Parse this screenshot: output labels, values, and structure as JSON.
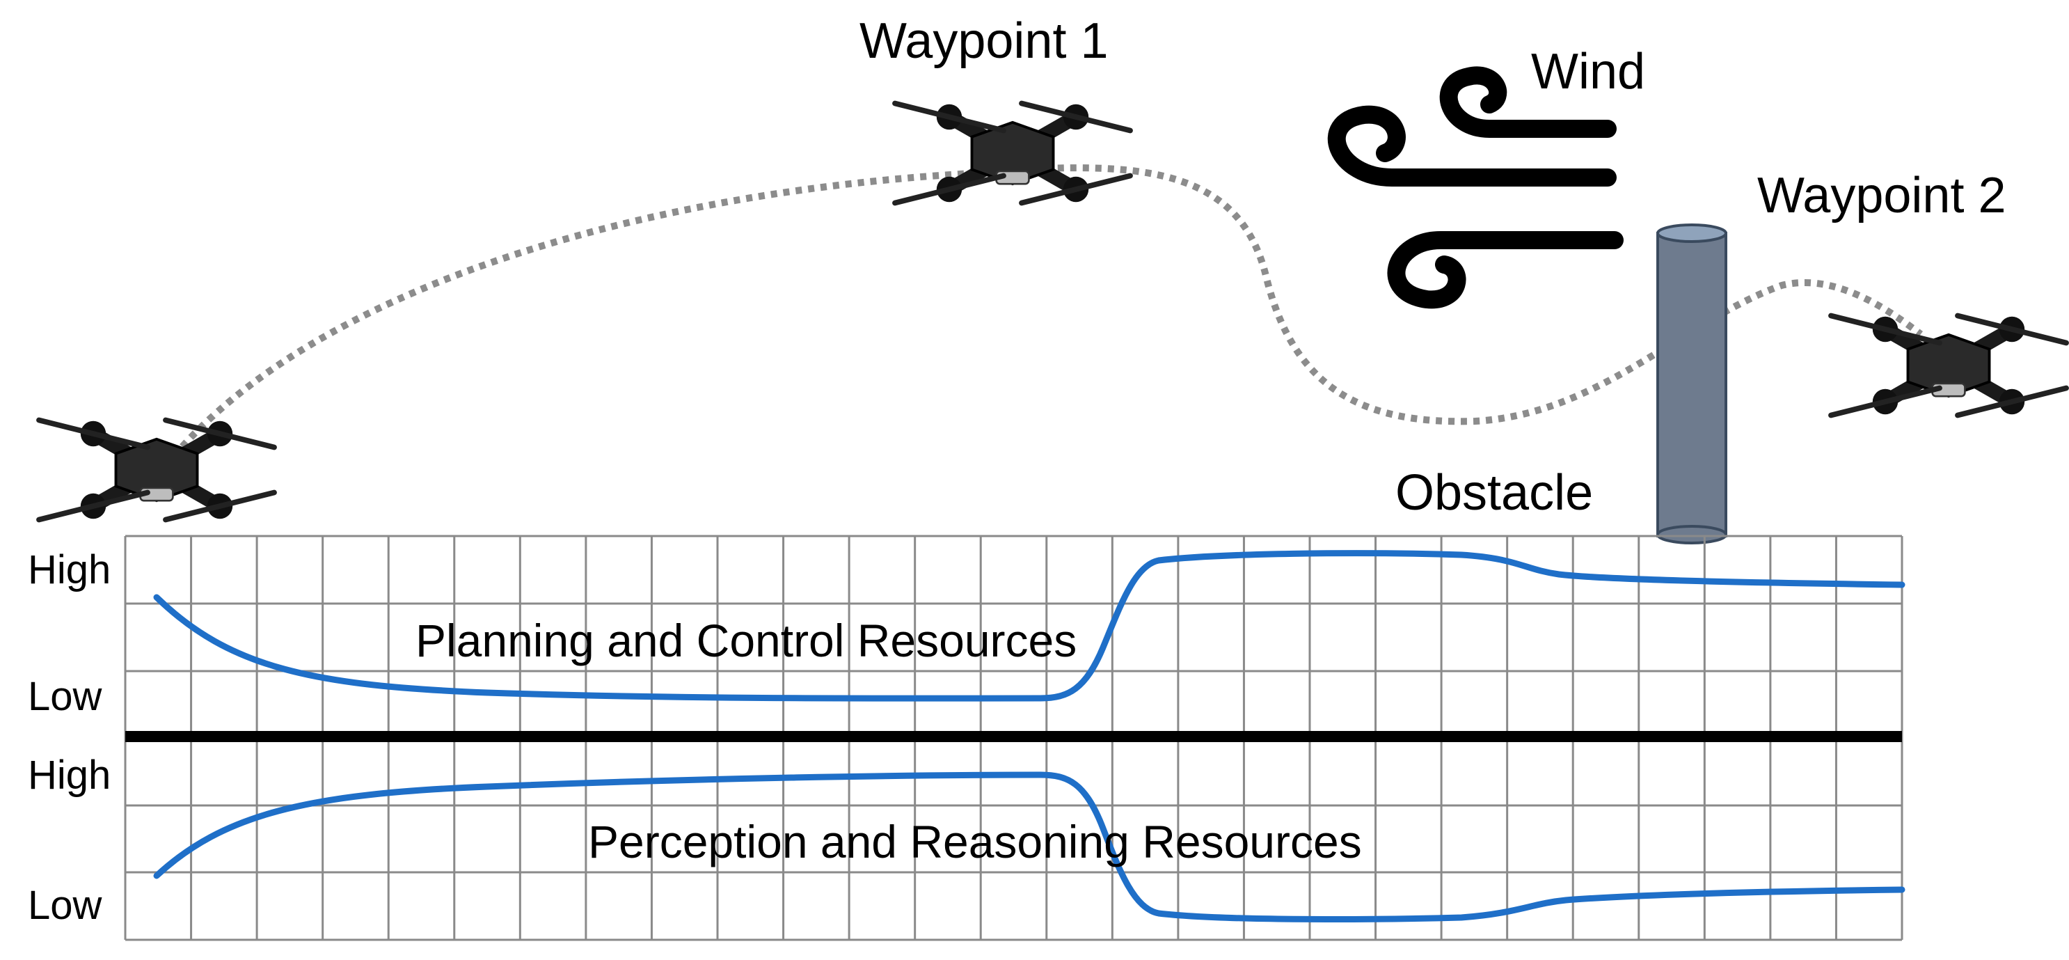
{
  "labels": {
    "waypoint1": "Waypoint 1",
    "waypoint2": "Waypoint 2",
    "wind": "Wind",
    "obstacle": "Obstacle"
  },
  "charts": {
    "top": {
      "title": "Planning and Control Resources",
      "y_high": "High",
      "y_low": "Low"
    },
    "bottom": {
      "title": "Perception and Reasoning Resources",
      "y_high": "High",
      "y_low": "Low"
    }
  },
  "icons": [
    "drone-icon",
    "wind-icon",
    "obstacle-pillar-icon"
  ],
  "colors": {
    "curve": "#1F6FC8",
    "path": "#8C8C8C",
    "grid": "#8A8A8A",
    "divider": "#000000",
    "obstacle": "#6E7B8E"
  }
}
